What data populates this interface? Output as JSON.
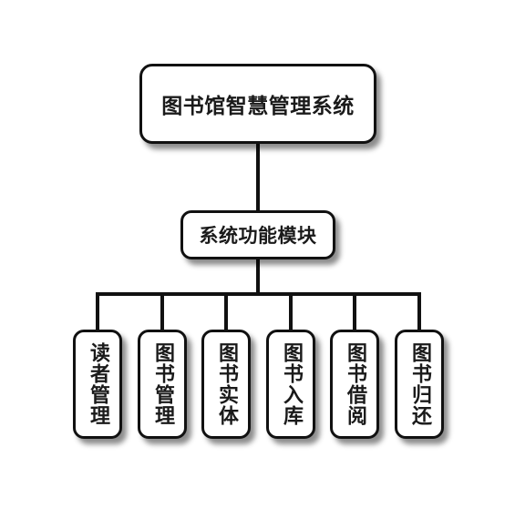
{
  "diagram": {
    "root": {
      "label": "图书馆智慧管理系统"
    },
    "module": {
      "label": "系统功能模块"
    },
    "children": [
      {
        "label": "读者管理"
      },
      {
        "label": "图书管理"
      },
      {
        "label": "图书实体"
      },
      {
        "label": "图书入库"
      },
      {
        "label": "图书借阅"
      },
      {
        "label": "图书归还"
      }
    ],
    "colors": {
      "line": "#111111",
      "box_border": "#111111",
      "box_fill": "#ffffff",
      "text": "#1a1a1a"
    }
  }
}
